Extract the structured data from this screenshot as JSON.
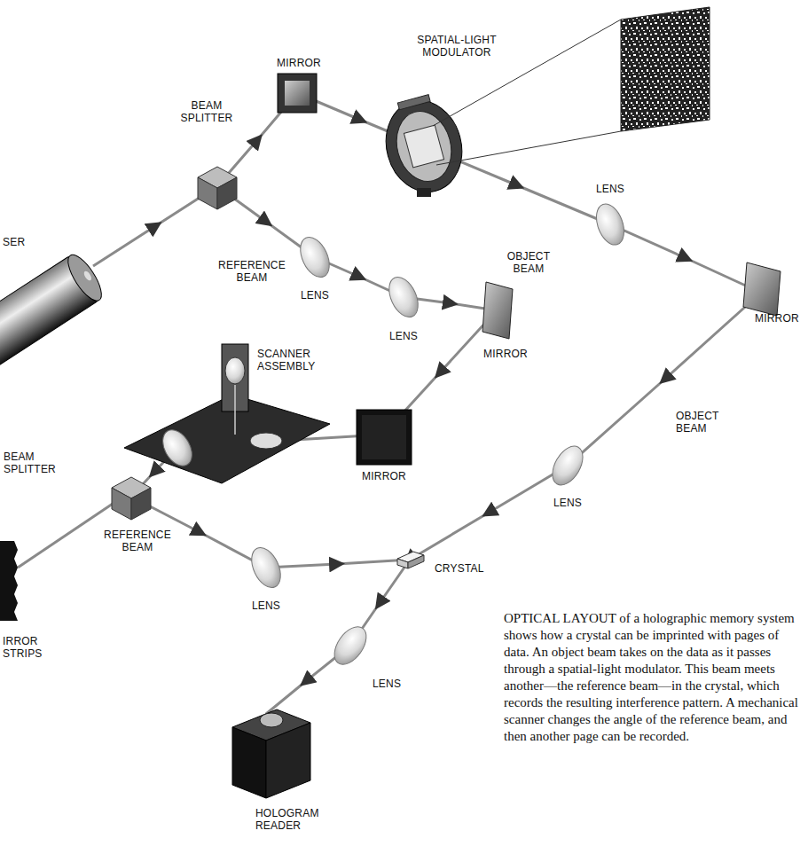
{
  "diagram": {
    "caption": "OPTICAL LAYOUT of a holographic memory system shows how a crystal can be imprinted with pages of data. An object beam takes on the data as it passes through a spatial-light modulator. This beam meets another—the reference beam—in the crystal, which records the resulting interference pattern. A mechanical scanner changes the angle of the reference beam, and then another page can be recorded.",
    "labels": [
      "MIRROR",
      "SPATIAL-LIGHT MODULATOR",
      "BEAM SPLITTER",
      "REFERENCE BEAM",
      "LENS",
      "OBJECT BEAM",
      "SER",
      "LENS",
      "LENS",
      "SCANNER ASSEMBLY",
      "MIRROR",
      "MIRROR",
      "BEAM SPLITTER",
      "OBJECT BEAM",
      "MIRROR",
      "REFERENCE BEAM",
      "LENS",
      "LENS",
      "CRYSTAL",
      "IRROR STRIPS",
      "LENS",
      "HOLOGRAM READER"
    ]
  }
}
